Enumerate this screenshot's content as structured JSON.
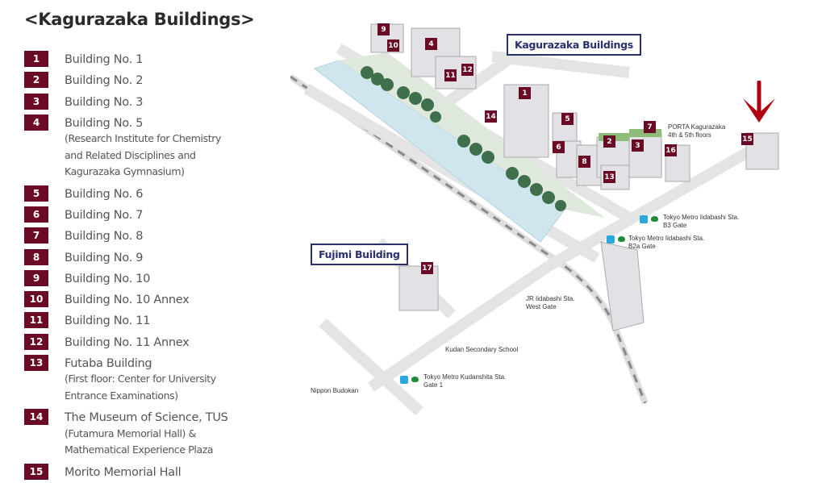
{
  "legend": {
    "title": "<Kagurazaka Buildings>",
    "items": [
      {
        "num": "1",
        "name": "Building No. 1",
        "note": ""
      },
      {
        "num": "2",
        "name": "Building No. 2",
        "note": ""
      },
      {
        "num": "3",
        "name": "Building No. 3",
        "note": ""
      },
      {
        "num": "4",
        "name": "Building No. 5",
        "note": "(Research Institute for Chemistry\nand Related Disciplines and\nKagurazaka Gymnasium)"
      },
      {
        "num": "5",
        "name": "Building No. 6",
        "note": ""
      },
      {
        "num": "6",
        "name": "Building No. 7",
        "note": ""
      },
      {
        "num": "7",
        "name": "Building No. 8",
        "note": ""
      },
      {
        "num": "8",
        "name": "Building No. 9",
        "note": ""
      },
      {
        "num": "9",
        "name": "Building No. 10",
        "note": ""
      },
      {
        "num": "10",
        "name": "Building No. 10 Annex",
        "note": ""
      },
      {
        "num": "11",
        "name": "Building No. 11",
        "note": ""
      },
      {
        "num": "12",
        "name": "Building No. 11 Annex",
        "note": ""
      },
      {
        "num": "13",
        "name": "Futaba Building",
        "note": "(First floor: Center for University\nEntrance Examinations)"
      },
      {
        "num": "14",
        "name": "The Museum of Science, TUS",
        "note": "(Futamura Memorial Hall) &\nMathematical Experience Plaza"
      },
      {
        "num": "15",
        "name": "Morito Memorial Hall",
        "note": ""
      }
    ]
  },
  "map": {
    "area_labels": {
      "kagurazaka": "Kagurazaka Buildings",
      "fujimi": "Fujimi Building"
    },
    "building_markers": [
      "1",
      "2",
      "3",
      "4",
      "5",
      "6",
      "7",
      "8",
      "9",
      "10",
      "11",
      "12",
      "13",
      "14",
      "15",
      "16",
      "17"
    ],
    "place_labels": {
      "porta": "PORTA Kagurazaka\n4th & 5th floors",
      "metro_b3": "Tokyo Metro Iidabashi Sta.\nB3 Gate",
      "metro_b2a": "Tokyo Metro Iidabashi Sta.\nB2a Gate",
      "jr_west": "JR Iidabashi Sta.\nWest Gate",
      "kudan_school": "Kudan Secondary School",
      "metro_kudanshita": "Tokyo Metro Kudanshita Sta.\nGate 1",
      "budokan": "Nippon Budokan"
    },
    "highlight_arrow_target": "15",
    "colors": {
      "marker": "#6b0a24",
      "label_border": "#2a2f6e",
      "arrow": "#b00010",
      "water": "#cfe6ee",
      "metro": "#29a8e0",
      "tree": "#1e8c3a"
    }
  }
}
